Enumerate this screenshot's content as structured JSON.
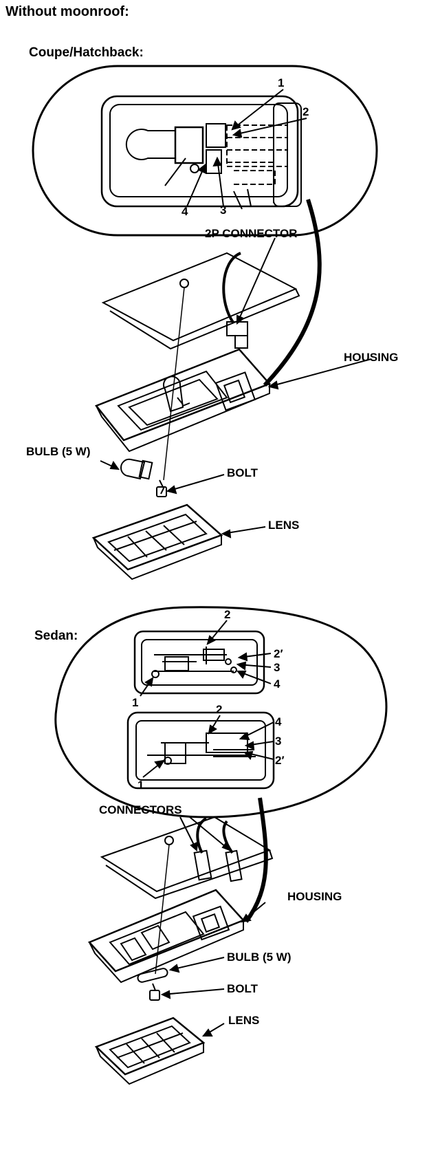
{
  "heading": "Without moonroof:",
  "coupe": {
    "subheading": "Coupe/Hatchback:",
    "callouts": [
      "1",
      "2",
      "3",
      "4"
    ],
    "labels": {
      "connector": "2P CONNECTOR",
      "housing": "HOUSING",
      "bulb": "BULB (5 W)",
      "bolt": "BOLT",
      "lens": "LENS"
    }
  },
  "sedan": {
    "subheading": "Sedan:",
    "callouts_top": [
      "2",
      "2′",
      "3",
      "4",
      "1"
    ],
    "callouts_bottom": [
      "2",
      "4",
      "3",
      "2′",
      "1"
    ],
    "labels": {
      "connectors": "CONNECTORS",
      "housing": "HOUSING",
      "bulb": "BULB (5 W)",
      "bolt": "BOLT",
      "lens": "LENS"
    }
  }
}
